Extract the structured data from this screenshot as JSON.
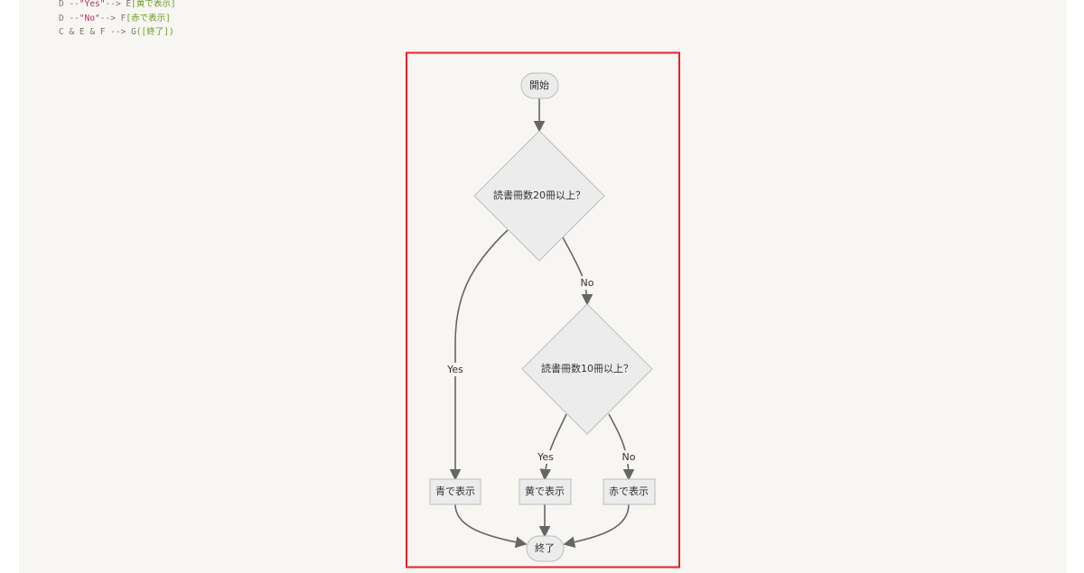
{
  "code_lines": [
    {
      "pre": "D --",
      "str": "\"Yes\"",
      "mid": "--> E",
      "node": "[黄で表示]"
    },
    {
      "pre": "D --",
      "str": "\"No\"",
      "mid": "--> F",
      "node": "[赤で表示]"
    },
    {
      "pre": "C & E & F --> G",
      "str": "",
      "mid": "",
      "node": "([終了])"
    }
  ],
  "flowchart": {
    "start": "開始",
    "decision1": "読書冊数20冊以上？",
    "decision2": "読書冊数10冊以上？",
    "box_blue": "青で表示",
    "box_yellow": "黄で表示",
    "box_red": "赤で表示",
    "end": "終了",
    "edge_yes1": "Yes",
    "edge_no1": "No",
    "edge_yes2": "Yes",
    "edge_no2": "No"
  },
  "colors": {
    "highlight": "#e8202a",
    "node_fill": "#ececec",
    "edge": "#666666"
  }
}
